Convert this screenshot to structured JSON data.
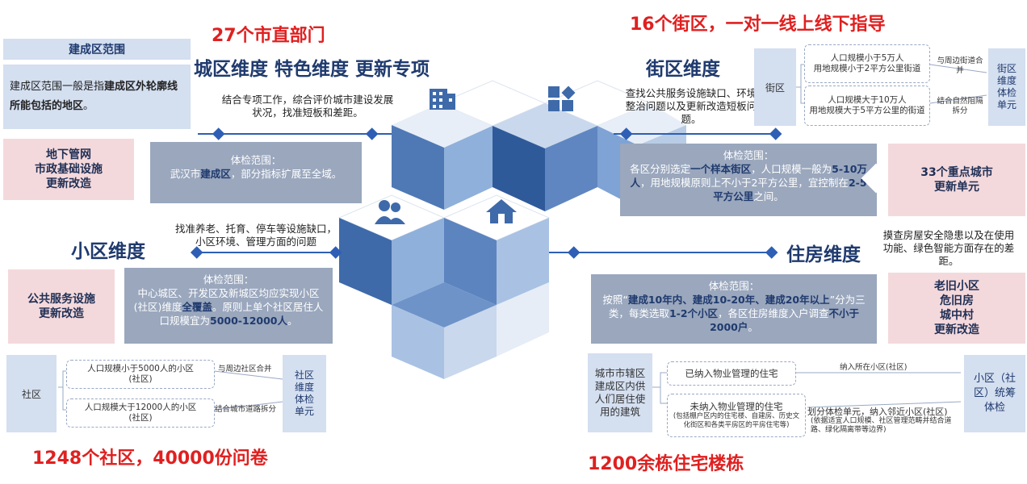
{
  "headline_city": "27个市直部门",
  "headline_street": "16个街区，一对一线上线下指导",
  "headline_community": "1248个社区，40000份问卷",
  "headline_housing": "1200余栋住宅楼栋",
  "scope": {
    "title": "建成区范围",
    "desc_prefix": "建成区范围一般是指",
    "desc_bold": "建成区外轮廓线所能包括的地区",
    "desc_suffix": "。"
  },
  "city": {
    "title": "城区维度 特色维度 更新专项",
    "desc": "结合专项工作，综合评价城市建设发展状况，找准短板和差距。",
    "range_label": "体检范围：",
    "range_prefix": "武汉市",
    "range_bold": "建成区",
    "range_suffix": "，部分指标扩展至全域。",
    "pink": "地下管网\n市政基础设施\n更新改造"
  },
  "street": {
    "title": "街区维度",
    "desc": "查找公共服务设施缺口、环境整治问题以及更新改造短板问题。",
    "range_label": "体检范围：",
    "range_p1": "各区分别选定",
    "range_b1": "一个样本街区",
    "range_p2": "，人口规模一般为",
    "range_b2": "5-10万人",
    "range_p3": "，用地规模原则上不小于2平方公里，宜控制在",
    "range_b3": "2-5平方公里",
    "range_p4": "之间。",
    "pink": "33个重点城市\n更新单元",
    "flow_start": "街区",
    "flow_small": "人口规模小于5万人\n用地规模小于2平方公里街道",
    "flow_large": "人口规模大于10万人\n用地规模大于5平方公里的街道",
    "flow_merge": "与周边街道合并",
    "flow_split": "结合自然阻隔拆分",
    "flow_end": "街区\n维度\n体检\n单元"
  },
  "community": {
    "title": "小区维度",
    "desc": "找准养老、托育、停车等设施缺口，小区环境、管理方面的问题",
    "range_label": "体检范围：",
    "range_p1": "中心城区、开发区及新城区均应实现小区(社区)维度",
    "range_b1": "全覆盖",
    "range_p2": "。原则上单个社区居住人口规模宜为",
    "range_b2": "5000-12000人",
    "range_p3": "。",
    "pink": "公共服务设施\n更新改造",
    "flow_start": "社区",
    "flow_small": "人口规模小于5000人的小区\n(社区)",
    "flow_large": "人口规模大于12000人的小区\n(社区)",
    "flow_merge": "与周边社区合并",
    "flow_split": "结合城市道路拆分",
    "flow_end": "社区\n维度\n体检\n单元"
  },
  "housing": {
    "title": "住房维度",
    "desc": "摸查房屋安全隐患以及在使用功能、绿色智能方面存在的差距。",
    "range_label": "体检范围：",
    "range_p1": "按照“",
    "range_b1": "建成10年内、建成10-20年、建成20年以上",
    "range_p2": "”分为三类，每类选取",
    "range_b2": "1-2个小区",
    "range_p3": "，各区住房维度入户调查",
    "range_b3": "不小于2000户",
    "range_p4": "。",
    "pink": "老旧小区\n危旧房\n城中村\n更新改造",
    "flow_start": "城市市辖区建成区内供人们居住使用的建筑",
    "flow_managed": "已纳入物业管理的住宅",
    "flow_unmanaged": "未纳入物业管理的住宅",
    "flow_unmanaged_note": "(包括棚户区内的住宅楼、自建房、历史文化街区和各类平房区的平房住宅等)",
    "flow_into": "纳入所在小区(社区)",
    "flow_divide": "划分体检单元，纳入邻近小区(社区)",
    "flow_divide_note": "(依据适宜人口规模、社区管理范畴并结合道路、绿化隔离带等边界)",
    "flow_end": "小区（社区）统筹体检"
  },
  "icons": [
    "building-icon",
    "apps-icon",
    "people-icon",
    "house-icon"
  ],
  "colors": {
    "accent": "#1f3a6e",
    "red": "#e02020",
    "line": "#2e5fb5",
    "gray": "#9aa7bd",
    "pink": "#f4d9dc"
  }
}
